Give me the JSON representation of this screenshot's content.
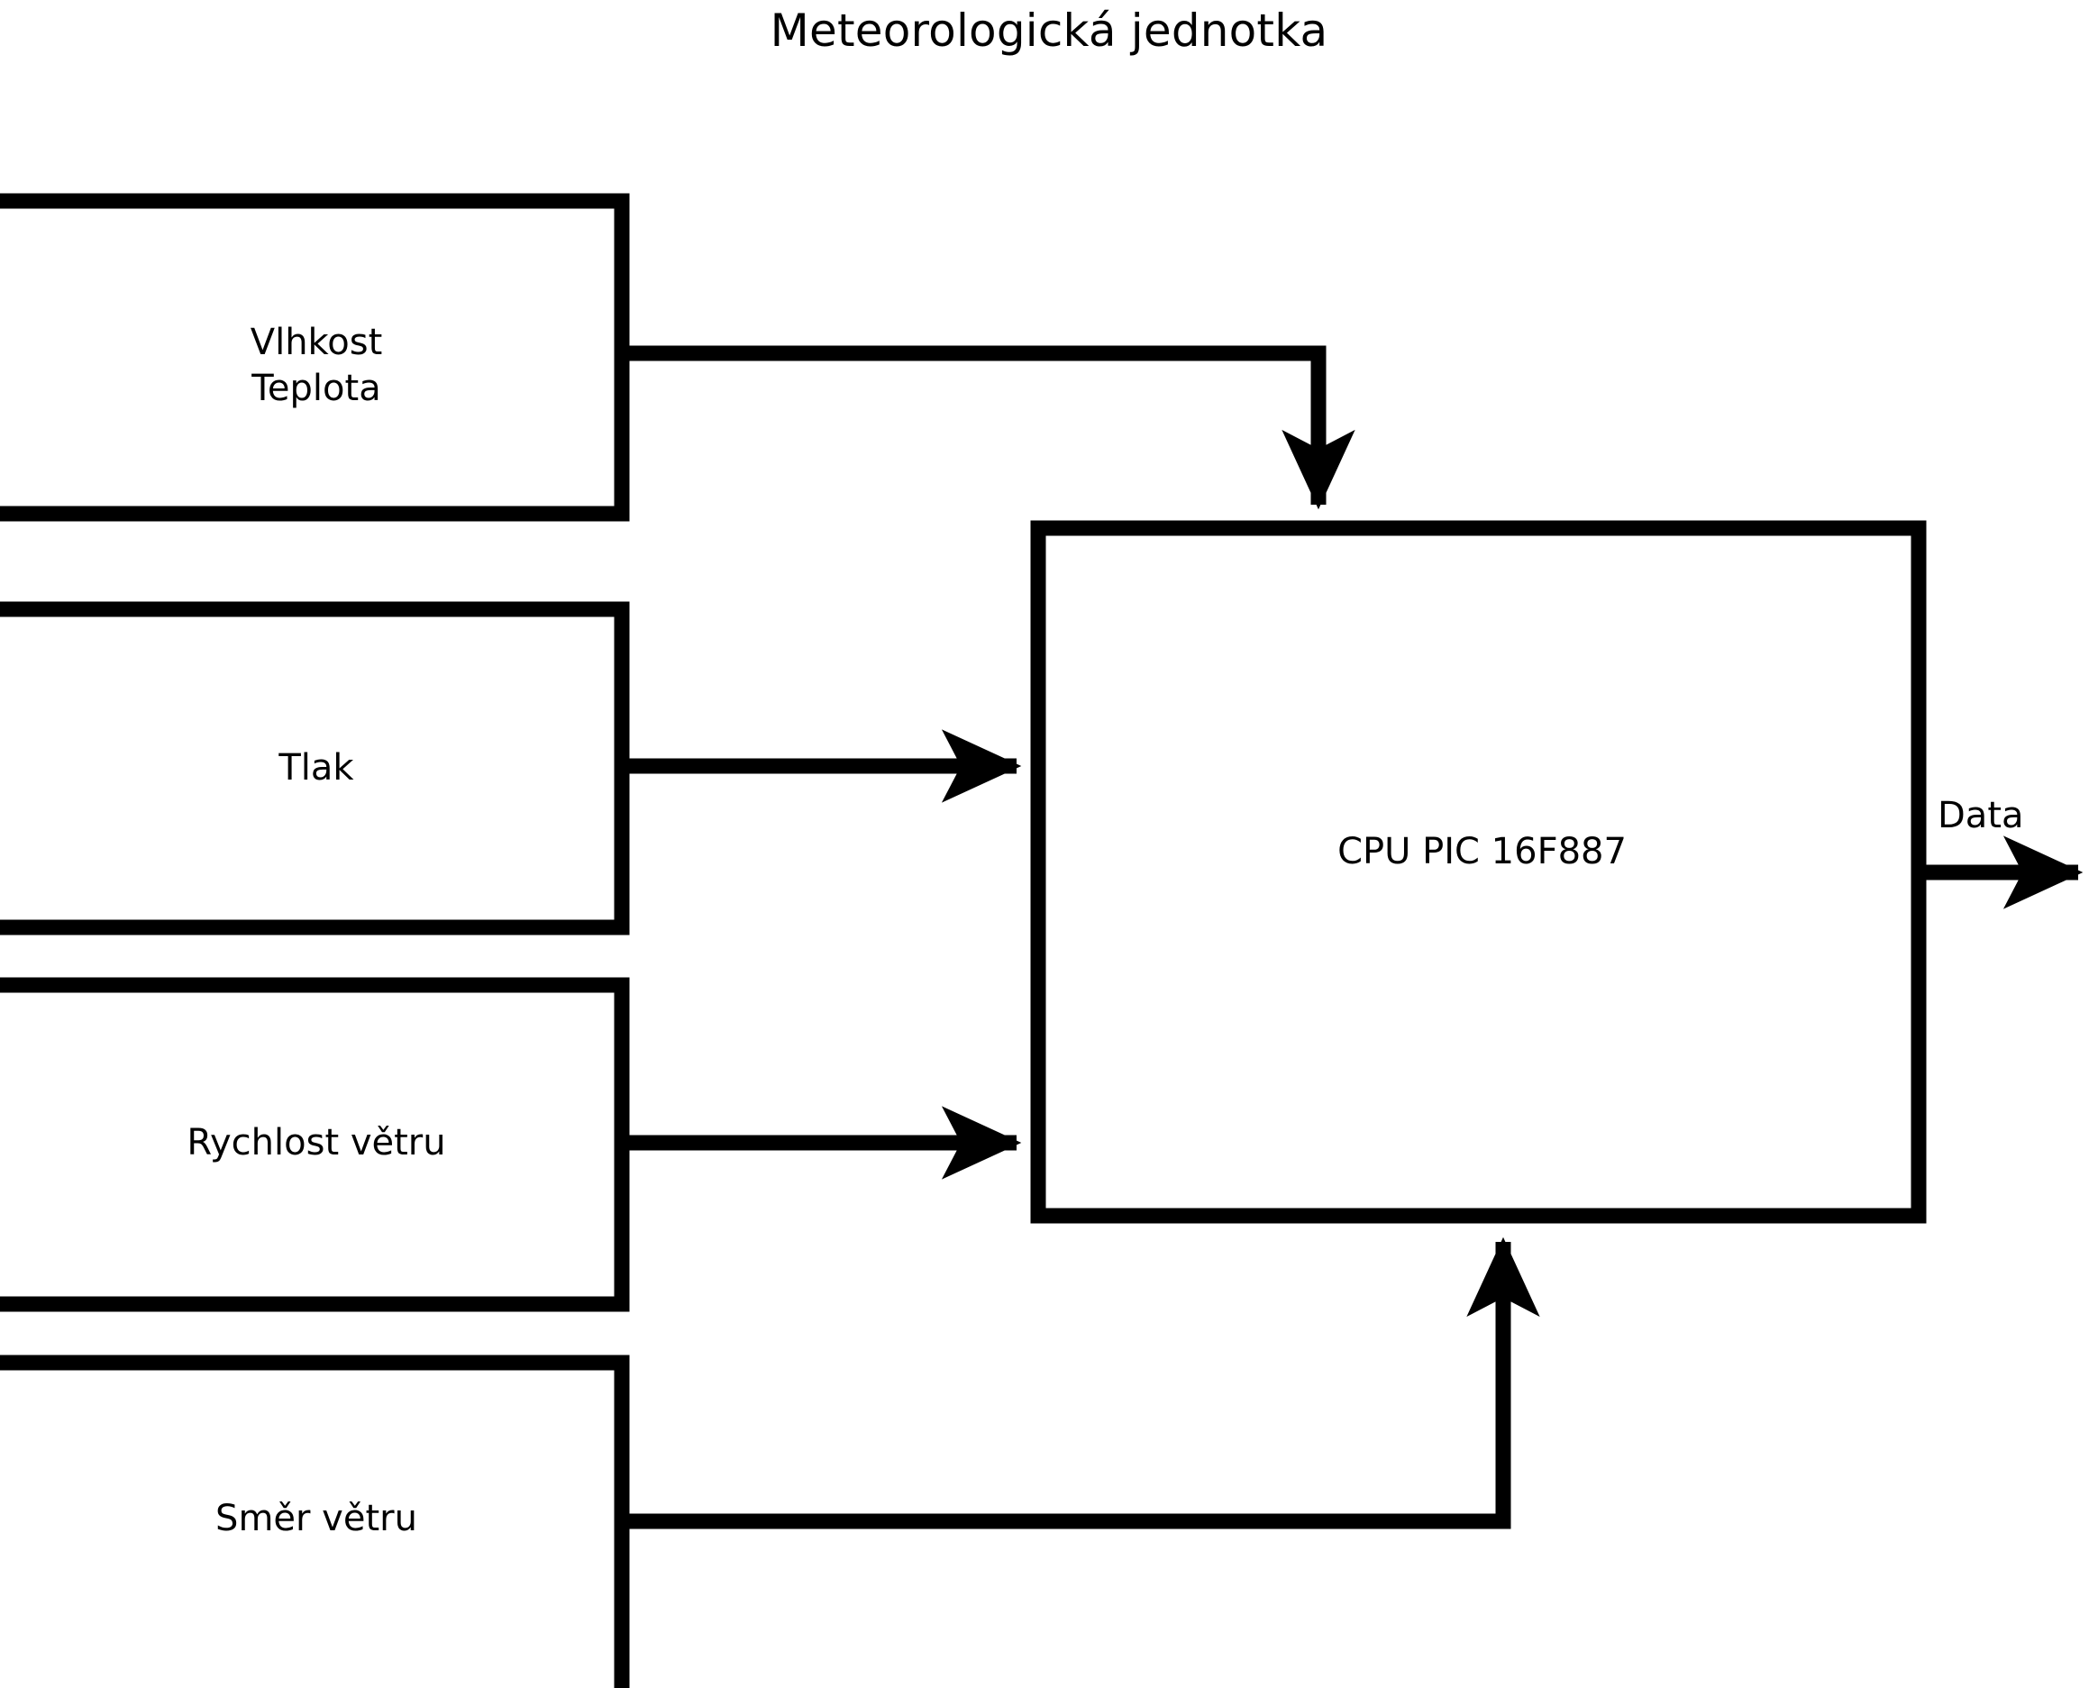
{
  "diagram": {
    "title": "Meteorologická jednotka",
    "type": "block-diagram",
    "stroke_color": "#000000",
    "fill_color": "#ffffff",
    "background_color": "#ffffff",
    "blocks": [
      {
        "id": "humidity-temp",
        "label": "Vlhkost\nTeplota",
        "role": "sensor-input"
      },
      {
        "id": "pressure",
        "label": "Tlak",
        "role": "sensor-input"
      },
      {
        "id": "wind-speed",
        "label": "Rychlost větru",
        "role": "sensor-input"
      },
      {
        "id": "wind-direction",
        "label": "Směr větru",
        "role": "sensor-input"
      },
      {
        "id": "cpu",
        "label": "CPU PIC 16F887",
        "role": "processor"
      }
    ],
    "connections": [
      {
        "from": "humidity-temp",
        "to": "cpu",
        "style": "elbow",
        "arrow": "down"
      },
      {
        "from": "pressure",
        "to": "cpu",
        "style": "straight",
        "arrow": "right"
      },
      {
        "from": "wind-speed",
        "to": "cpu",
        "style": "straight",
        "arrow": "right"
      },
      {
        "from": "wind-direction",
        "to": "cpu",
        "style": "elbow",
        "arrow": "up"
      },
      {
        "from": "cpu",
        "to": "data-output",
        "style": "straight",
        "arrow": "right",
        "label": "Data"
      }
    ],
    "output_label": "Data"
  }
}
